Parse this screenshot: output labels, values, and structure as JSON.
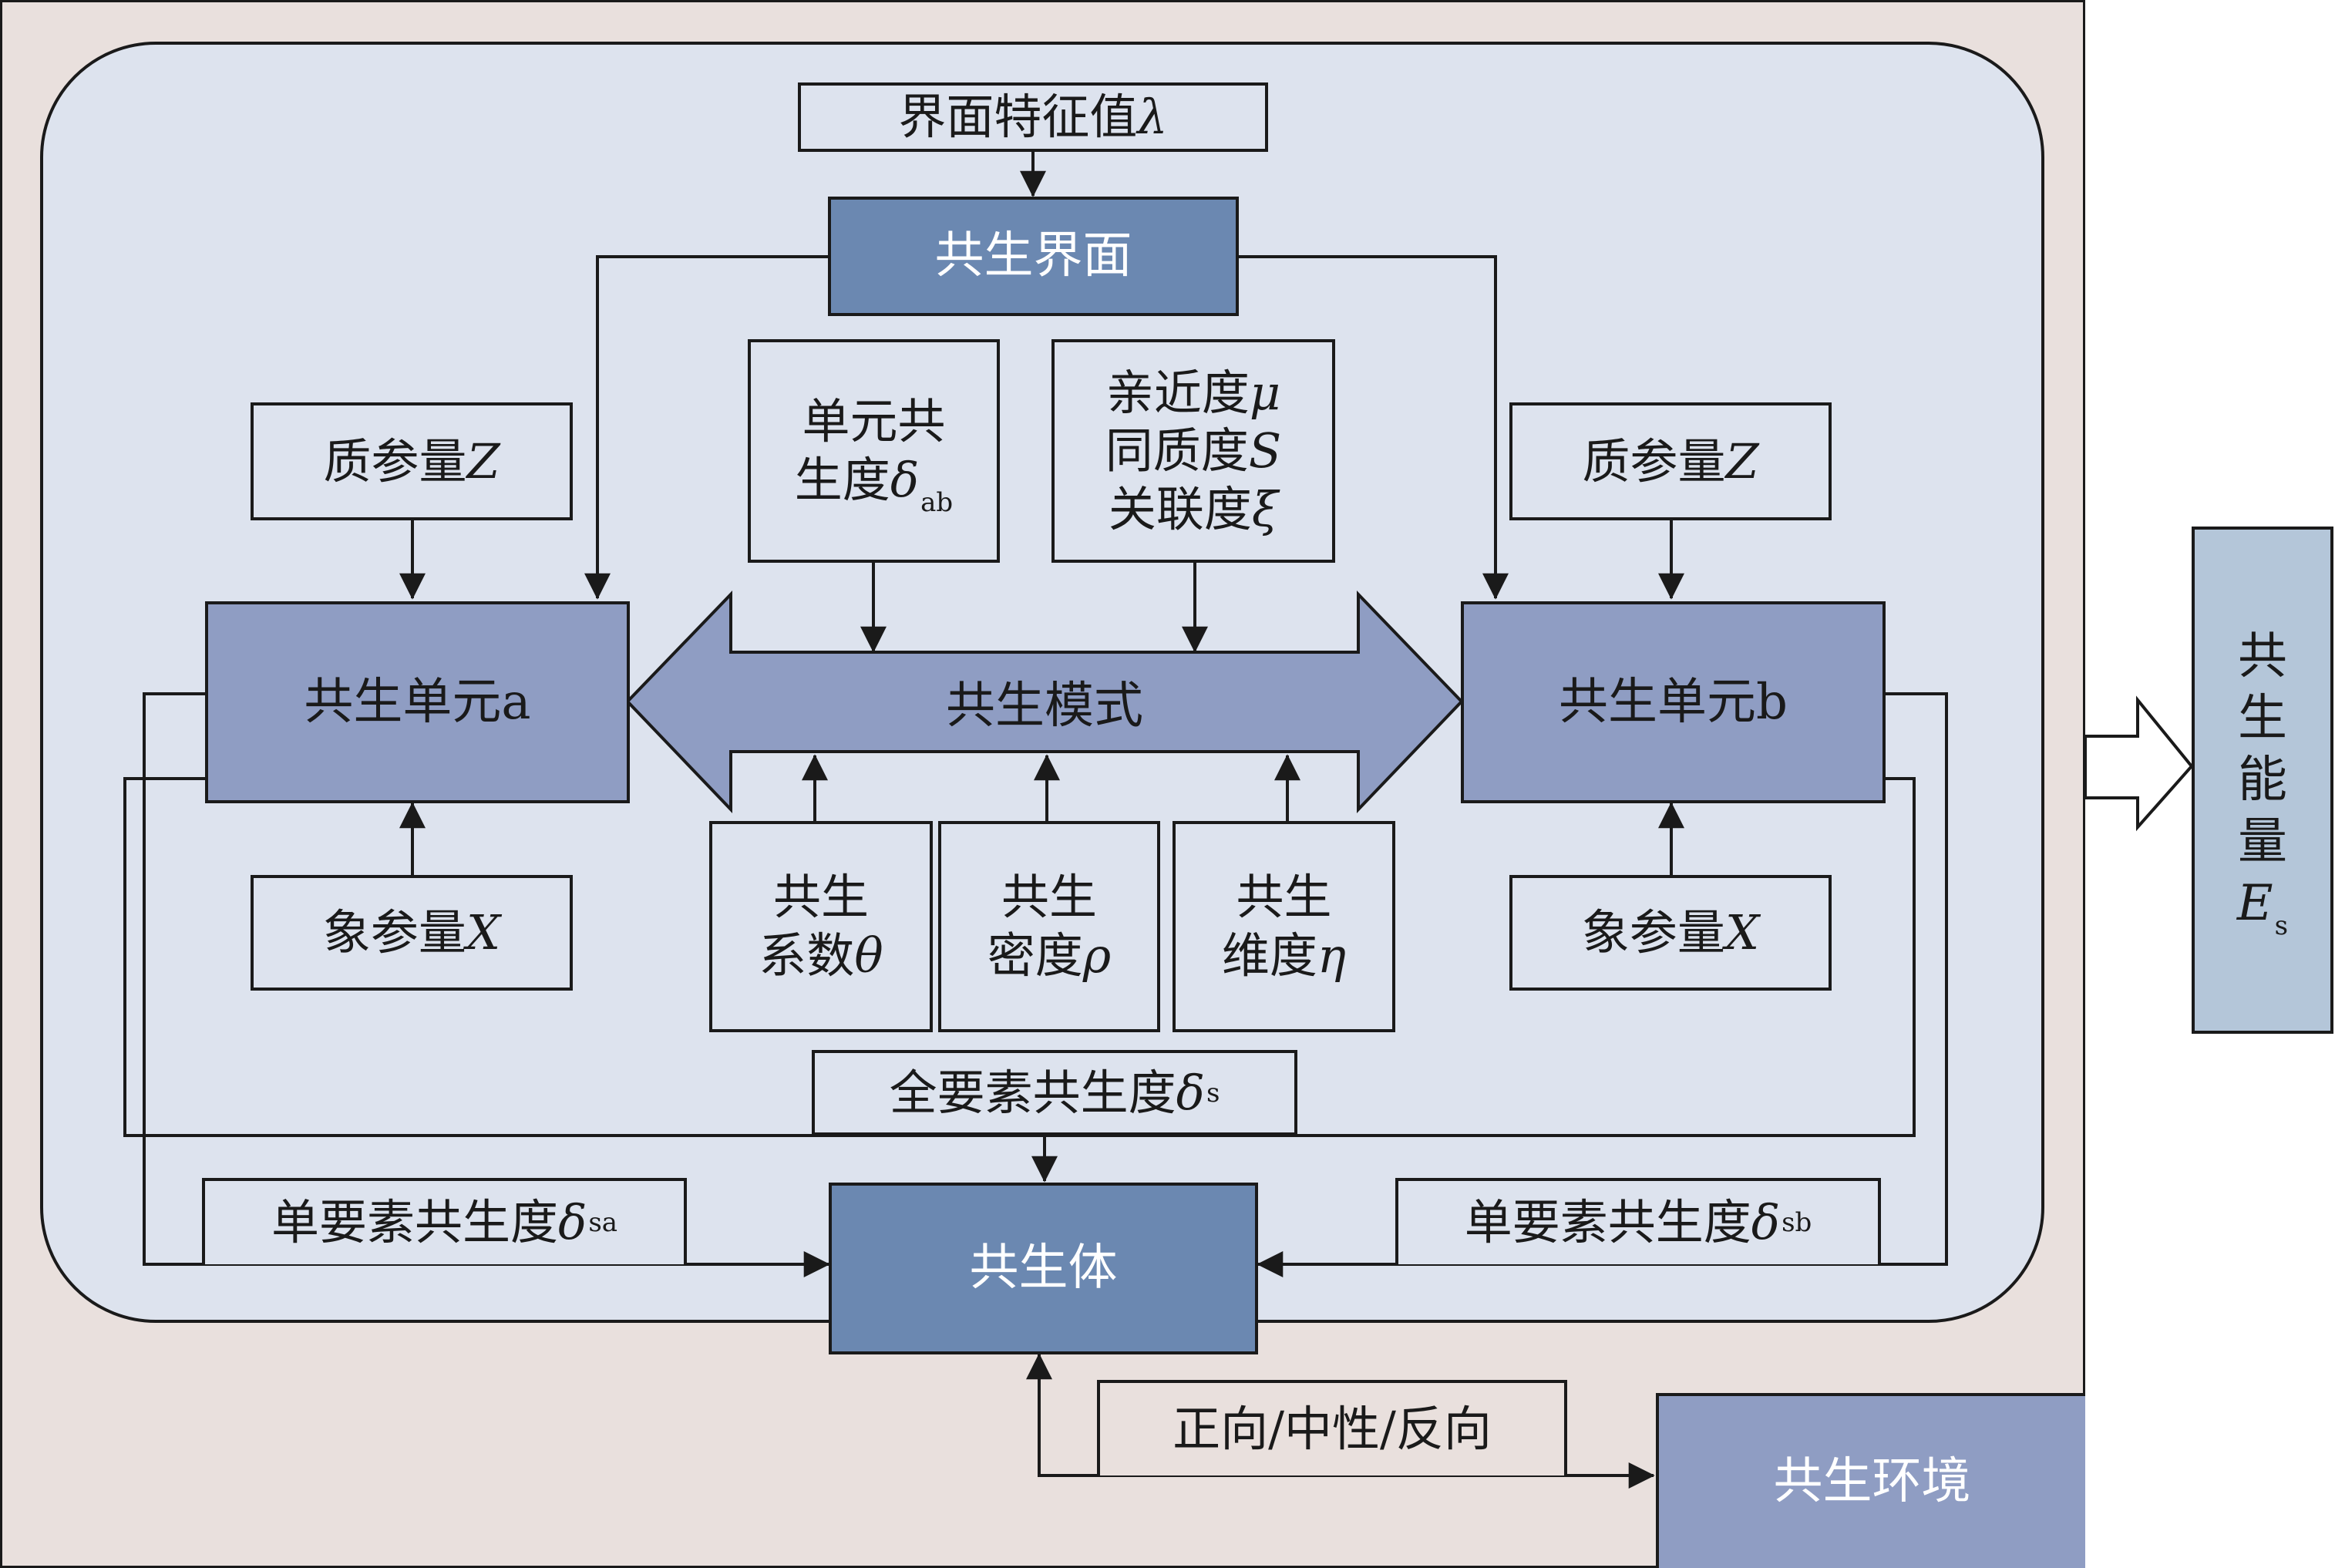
{
  "colors": {
    "outer_bg": "#e9e0dd",
    "inner_bg": "#dde3ee",
    "dark_node": "#6b88b1",
    "mid_node": "#8f9dc3",
    "energy_node": "#b4c6d9"
  },
  "interface": {
    "eigenvalue_label": "界面特征值",
    "eigenvalue_symbol": "λ",
    "title": "共生界面"
  },
  "unit_a": {
    "title": "共生单元a",
    "quality_label": "质参量",
    "quality_symbol": "Z",
    "image_label": "象参量",
    "image_symbol": "X"
  },
  "unit_b": {
    "title": "共生单元b",
    "quality_label": "质参量",
    "quality_symbol": "Z",
    "image_label": "象参量",
    "image_symbol": "X"
  },
  "unit_symbiosis": {
    "line1": "单元共",
    "line2": "生度",
    "symbol": "δ",
    "sub": "ab"
  },
  "relations": {
    "affinity_label": "亲近度",
    "affinity_symbol": "μ",
    "homogeneity_label": "同质度",
    "homogeneity_symbol": "S",
    "correlation_label": "关联度",
    "correlation_symbol": "ξ"
  },
  "mode": {
    "title": "共生模式"
  },
  "coefficient": {
    "line1": "共生",
    "line2": "系数",
    "symbol": "θ"
  },
  "density": {
    "line1": "共生",
    "line2": "密度",
    "symbol": "ρ"
  },
  "dimension": {
    "line1": "共生",
    "line2": "维度",
    "symbol": "η"
  },
  "total_symbiosis": {
    "label": "全要素共生度",
    "symbol": "δ",
    "sub": "s"
  },
  "single_a": {
    "label": "单要素共生度",
    "symbol": "δ",
    "sub": "sa"
  },
  "single_b": {
    "label": "单要素共生度",
    "symbol": "δ",
    "sub": "sb"
  },
  "body": {
    "title": "共生体"
  },
  "direction": {
    "label": "正向/中性/反向"
  },
  "environment": {
    "title": "共生环境"
  },
  "energy": {
    "c1": "共",
    "c2": "生",
    "c3": "能",
    "c4": "量",
    "symbol": "E",
    "sub": "s"
  }
}
